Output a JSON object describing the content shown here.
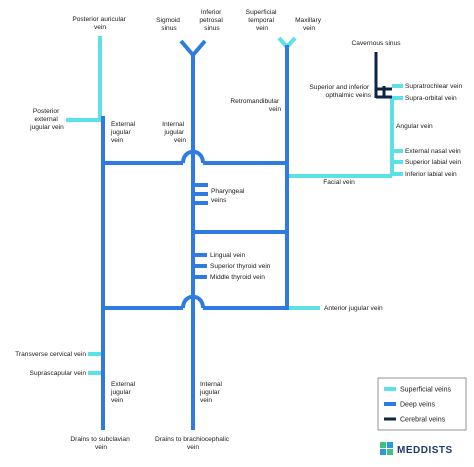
{
  "colors": {
    "superficial": "#5ce1e6",
    "deep": "#2f7be3",
    "cerebral": "#0c2446",
    "text": "#1a1a1a",
    "brand": "#1d3b6b"
  },
  "labels": {
    "posterior_auricular_vein": [
      "Posterior auricular",
      "vein"
    ],
    "sigmoid_sinus": [
      "Sigmoid",
      "sinus"
    ],
    "inferior_petrosal_sinus": [
      "Inferior",
      "petrosal",
      "sinus"
    ],
    "superficial_temporal_vein": [
      "Superficial",
      "temporal",
      "vein"
    ],
    "maxillary_vein": [
      "Maxillary",
      "vein"
    ],
    "cavernous_sinus": [
      "Cavernous sinus"
    ],
    "posterior_external_jugular_vein": [
      "Posterior",
      "external",
      "jugular vein"
    ],
    "external_jugular_vein_upper": [
      "External",
      "jugular",
      "vein"
    ],
    "internal_jugular_vein_upper": [
      "Internal",
      "jugular",
      "vein"
    ],
    "retromandibular_vein": [
      "Retromandibular",
      "vein"
    ],
    "superior_inferior_opthalmic_veins": [
      "Superior and inferior",
      "opthalmic veins"
    ],
    "supratrochlear_vein": [
      "Supratrochlear vein"
    ],
    "supra_orbital_vein": [
      "Supra-orbital vein"
    ],
    "angular_vein": [
      "Angular vein"
    ],
    "external_nasal_vein": [
      "External nasal vein"
    ],
    "superior_labial_vein": [
      "Superior labial vein"
    ],
    "inferior_labial_vein": [
      "Inferior labial vein"
    ],
    "facial_vein": [
      "Facial vein"
    ],
    "pharyngeal_veins": [
      "Pharyngeal",
      "veins"
    ],
    "lingual_vein": [
      "Lingual vein"
    ],
    "superior_thyroid_vein": [
      "Superior thyroid vein"
    ],
    "middle_thyroid_vein": [
      "Middle thyroid vein"
    ],
    "anterior_jugular_vein": [
      "Anterior jugular vein"
    ],
    "transverse_cervical_vein": [
      "Transverse cervical vein"
    ],
    "suprascapular_vein": [
      "Suprascapular vein"
    ],
    "external_jugular_vein_lower": [
      "External",
      "jugular",
      "vein"
    ],
    "internal_jugular_vein_lower": [
      "Internal",
      "jugular",
      "vein"
    ],
    "drains_to_subclavian": [
      "Drains to subclavian",
      "vein"
    ],
    "drains_to_brachiocephalic": [
      "Drains to brachiocephalic",
      "vein"
    ]
  },
  "legend": [
    {
      "key": "superficial",
      "label": "Superficial veins"
    },
    {
      "key": "deep",
      "label": "Deep veins"
    },
    {
      "key": "cerebral",
      "label": "Cerebral veins"
    }
  ],
  "brand": {
    "name": "MEDDISTS",
    "icon": "meddists-logo-icon"
  }
}
